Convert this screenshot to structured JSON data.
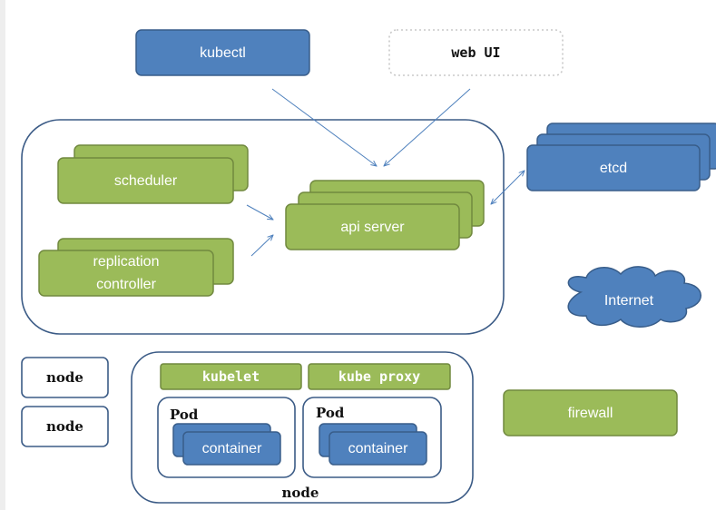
{
  "colors": {
    "blue": "#4f81bd",
    "blue_border": "#385d8a",
    "green": "#9bbb59",
    "green_border": "#71893f",
    "container_border": "#3b5b86",
    "arrow": "#4f81bd"
  },
  "nodes": {
    "kubectl": "kubectl",
    "web_ui": "web UI",
    "etcd": "etcd",
    "scheduler": "scheduler",
    "api_server": "api server",
    "replication_line1": "replication",
    "replication_line2": "controller",
    "internet": "Internet",
    "node_1": "node",
    "node_2": "node",
    "kubelet": "kubelet",
    "kube_proxy": "kube proxy",
    "pod_1": "Pod",
    "pod_2": "Pod",
    "container_1": "container",
    "container_2": "container",
    "node_bottom": "node",
    "firewall": "firewall"
  }
}
